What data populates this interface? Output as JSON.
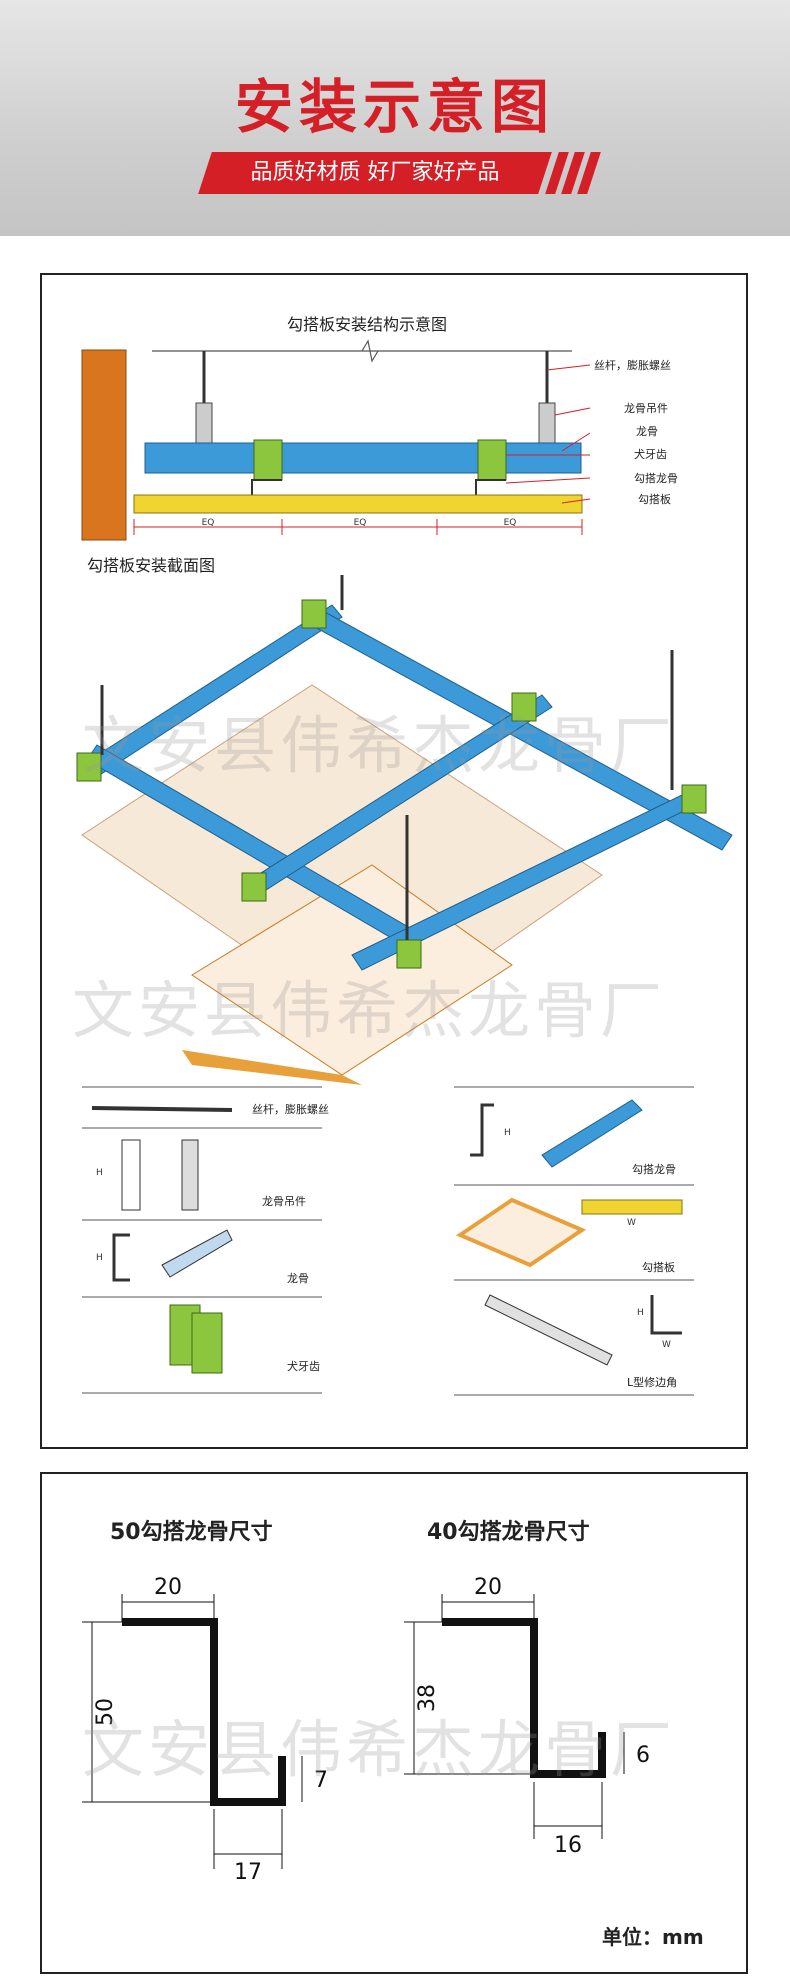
{
  "header": {
    "title": "安装示意图",
    "subtitle": "品质好材质 好厂家好产品"
  },
  "section1": {
    "structure_title": "勾搭板安装结构示意图",
    "labels": {
      "rod": "丝杆，膨胀螺丝",
      "hanger": "龙骨吊件",
      "keel": "龙骨",
      "tooth": "犬牙齿",
      "hook_keel": "勾搭龙骨",
      "hook_board": "勾搭板"
    },
    "eq": [
      "EQ",
      "EQ",
      "EQ"
    ],
    "section_title": "勾搭板安装截面图",
    "parts": {
      "rod": "丝杆，膨胀螺丝",
      "hanger": "龙骨吊件",
      "keel": "龙骨",
      "tooth": "犬牙齿",
      "hook_keel": "勾搭龙骨",
      "hook_board": "勾搭板",
      "l_edge": "L型修边角"
    },
    "dim_letters": {
      "h": "H",
      "w": "W"
    },
    "watermark": "文安县伟希杰龙骨厂"
  },
  "section2": {
    "left_title": "50勾搭龙骨尺寸",
    "left_dims": {
      "top": "20",
      "height": "50",
      "step": "7",
      "bottom": "17"
    },
    "right_title": "40勾搭龙骨尺寸",
    "right_dims": {
      "top": "20",
      "height": "38",
      "step": "6",
      "bottom": "16"
    },
    "unit": "单位：mm",
    "watermark": "文安县伟希杰龙骨厂"
  },
  "colors": {
    "brand_red": "#d41f26",
    "keel_blue": "#3d9ad8",
    "board_yellow": "#f0d530",
    "tooth_green": "#8cc63f",
    "wall_orange": "#d9751f"
  }
}
